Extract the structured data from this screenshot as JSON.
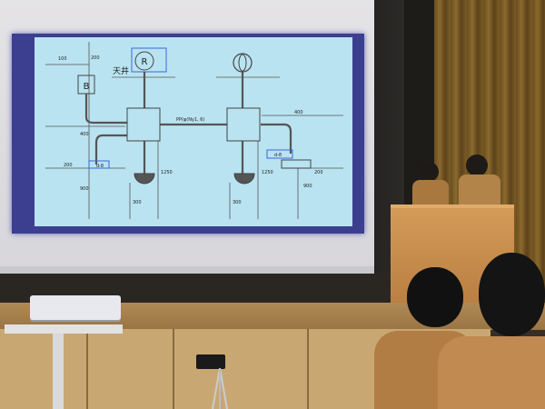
{
  "slide": {
    "dim_100": "100",
    "dim_200_top": "200",
    "tenjo": "天井",
    "box_r": "R",
    "box_b": "B",
    "pipe_label": "PP(φ(Ny1, 6)",
    "dim_400_left": "400",
    "dim_400_right": "400",
    "dim_200_left": "200",
    "dim_200_right": "200",
    "dim_1250_left": "1250",
    "dim_1250_right": "1250",
    "dim_900_left": "900",
    "dim_900_right": "900",
    "dim_300_left": "300",
    "dim_300_right": "300",
    "tag_left": "d-8",
    "tag_right": "d-8"
  }
}
